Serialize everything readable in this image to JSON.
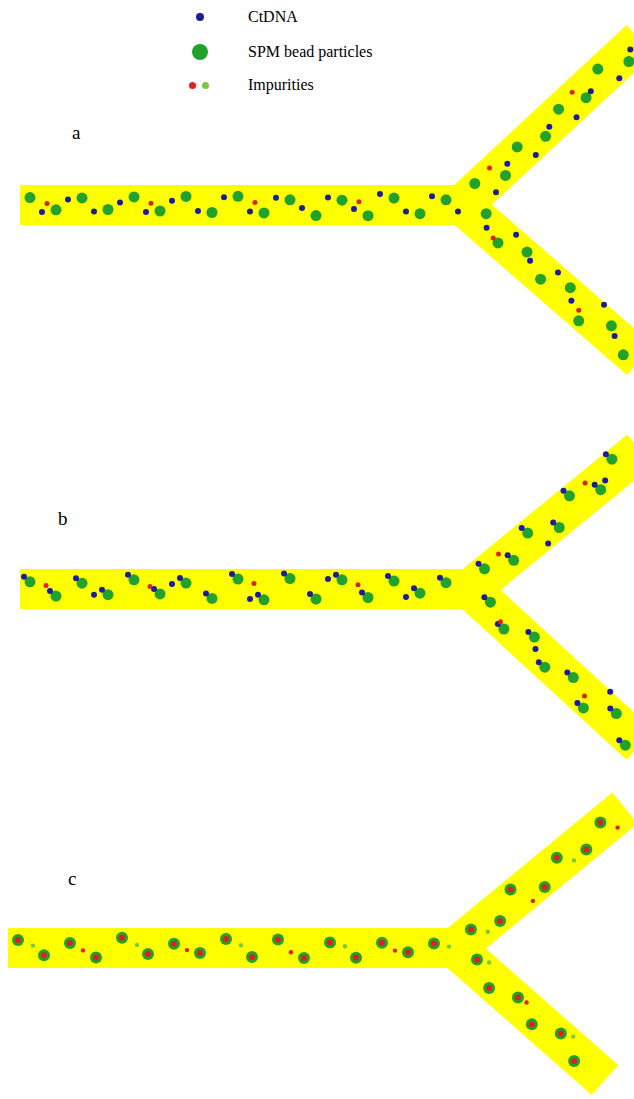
{
  "diagram": {
    "labels": [
      "a",
      "b",
      "c"
    ],
    "legend": [
      {
        "text": "CtDNA",
        "color": "#1c1c9c"
      },
      {
        "text": "SPM bead particles",
        "color": "#22a22a"
      },
      {
        "text": "Impurities"
      }
    ]
  }
}
